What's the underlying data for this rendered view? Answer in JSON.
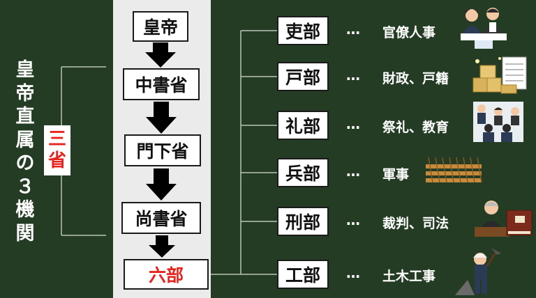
{
  "title_chars": [
    "皇",
    "帝",
    "直",
    "属",
    "の",
    "３",
    "機",
    "関"
  ],
  "sansho_chars": [
    "三",
    "省"
  ],
  "chain": {
    "emperor": "皇帝",
    "chusho": "中書省",
    "monka": "門下省",
    "shosho": "尚書省",
    "rikubu": "六部"
  },
  "departments": [
    {
      "name": "吏部",
      "dots": "…",
      "duty": "官僚人事",
      "icon": "meeting-illustration"
    },
    {
      "name": "戸部",
      "dots": "…",
      "duty": "財政、戸籍",
      "icon": "gold-coins-register-illustration"
    },
    {
      "name": "礼部",
      "dots": "…",
      "duty": "祭礼、教育",
      "icon": "classroom-illustration"
    },
    {
      "name": "兵部",
      "dots": "…",
      "duty": "軍事",
      "icon": "army-troops-illustration"
    },
    {
      "name": "刑部",
      "dots": "…",
      "duty": "裁判、司法",
      "icon": "judge-lawbook-illustration"
    },
    {
      "name": "工部",
      "dots": "…",
      "duty": "土木工事",
      "icon": "construction-worker-illustration"
    }
  ],
  "colors": {
    "background": "#243c24",
    "panel": "#ebebeb",
    "highlight_red": "#e8231e",
    "line": "#b8c4b8"
  }
}
